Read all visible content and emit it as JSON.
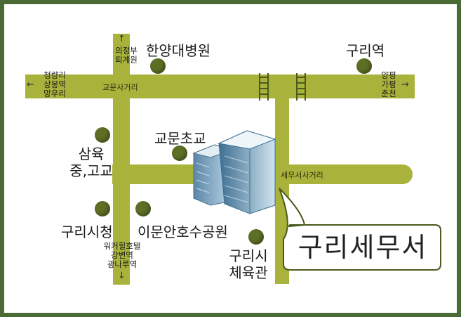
{
  "roads": {
    "gyomun_intersection": "교문사거리",
    "semuseo_intersection": "세무서사거리"
  },
  "directions": {
    "north_top": "의정부",
    "north_bottom": "퇴계원",
    "west_line1": "청량리",
    "west_line2": "상봉역",
    "west_line3": "망우리",
    "east_line1": "양평",
    "east_line2": "가평",
    "east_line3": "춘천",
    "south_line1": "워커힐호텔",
    "south_line2": "강변역",
    "south_line3": "광나루역"
  },
  "landmarks": {
    "hanyang_hospital": "한양대병원",
    "guri_station": "구리역",
    "gyomun_school": "교문초교",
    "samyuk_line1": "삼육",
    "samyuk_line2": "중,고교",
    "guri_cityhall": "구리시청",
    "imun_park": "이문안호수공원",
    "gym_line1": "구리시",
    "gym_line2": "체육관"
  },
  "destination": {
    "name": "구리세무서"
  },
  "colors": {
    "road": "#a9b23a",
    "border": "#4a6b35",
    "dot": "#5d6e25"
  }
}
